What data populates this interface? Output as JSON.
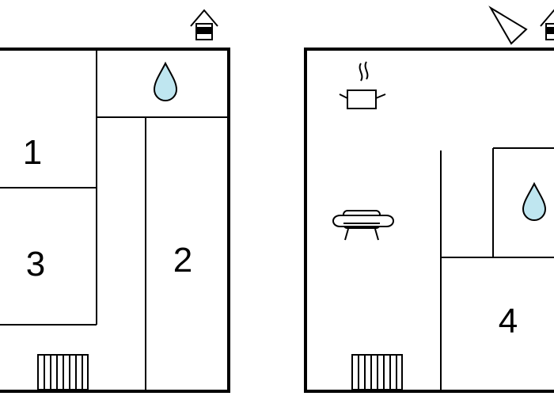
{
  "rooms": {
    "r1": "1",
    "r2": "2",
    "r3": "3",
    "r4": "4"
  },
  "icons": {
    "entrance": "house-entrance-icon",
    "bathroom": "water-drop-icon",
    "kitchen": "cooking-pot-icon",
    "living": "sofa-icon",
    "heater": "radiator-icon",
    "terrace": "triangle-marker-icon"
  },
  "colors": {
    "wall": "#000000",
    "water": "#bfe6f0"
  }
}
